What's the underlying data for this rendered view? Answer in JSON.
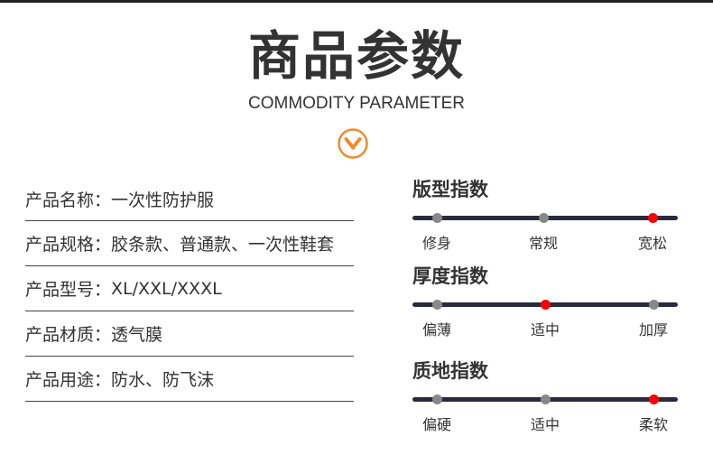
{
  "header": {
    "title": "商品参数",
    "subtitle": "COMMODITY PARAMETER",
    "icon": "chevron-down-circle-icon",
    "accent_color": "#f08c2e"
  },
  "specs": [
    {
      "label": "产品名称：",
      "value": "一次性防护服"
    },
    {
      "label": "产品规格：",
      "value": "胶条款、普通款、一次性鞋套"
    },
    {
      "label": "产品型号：",
      "value": "XL/XXL/XXXL"
    },
    {
      "label": "产品材质：",
      "value": "透气膜"
    },
    {
      "label": "产品用途：",
      "value": "防水、防飞沫"
    }
  ],
  "indices": [
    {
      "title": "版型指数",
      "options": [
        "修身",
        "常规",
        "宽松"
      ],
      "selected": "宽松"
    },
    {
      "title": "厚度指数",
      "options": [
        "偏薄",
        "适中",
        "加厚"
      ],
      "selected": "适中"
    },
    {
      "title": "质地指数",
      "options": [
        "偏硬",
        "适中",
        "柔软"
      ],
      "selected": "柔软"
    }
  ],
  "colors": {
    "active_dot": "#ff0000",
    "inactive_dot": "#888888",
    "track": "#2a2a3e"
  }
}
